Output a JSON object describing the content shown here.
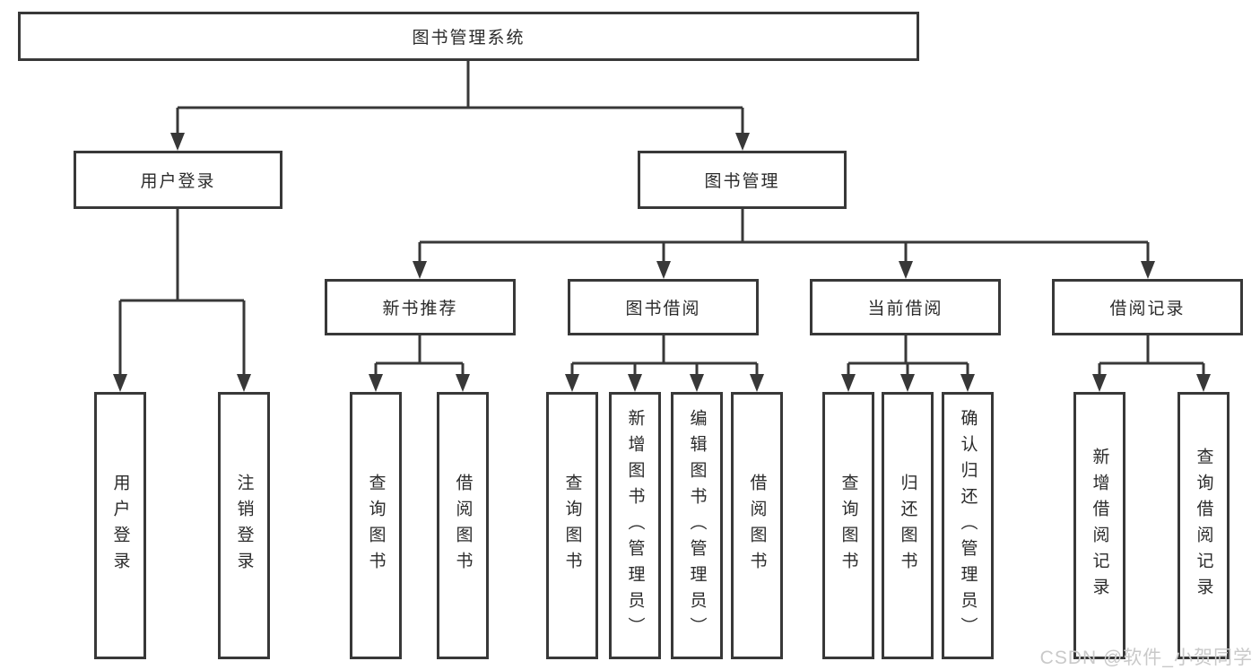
{
  "diagram": {
    "root": {
      "label": "图书管理系统"
    },
    "level2": [
      {
        "label": "用户登录",
        "leaves": [
          {
            "label": "用户登录"
          },
          {
            "label": "注销登录"
          }
        ]
      },
      {
        "label": "图书管理",
        "groups": [
          {
            "label": "新书推荐",
            "leaves": [
              {
                "label": "查询图书"
              },
              {
                "label": "借阅图书"
              }
            ]
          },
          {
            "label": "图书借阅",
            "leaves": [
              {
                "label": "查询图书"
              },
              {
                "label": "新增图书（管理员）"
              },
              {
                "label": "编辑图书（管理员）"
              },
              {
                "label": "借阅图书"
              }
            ]
          },
          {
            "label": "当前借阅",
            "leaves": [
              {
                "label": "查询图书"
              },
              {
                "label": "归还图书"
              },
              {
                "label": "确认归还（管理员）"
              }
            ]
          },
          {
            "label": "借阅记录",
            "leaves": [
              {
                "label": "新增借阅记录"
              },
              {
                "label": "查询借阅记录"
              }
            ]
          }
        ]
      }
    ]
  },
  "watermark": {
    "text": "CSDN @软件_小贺同学"
  },
  "colors": {
    "line": "#383838",
    "box_border": "#383838",
    "text": "#2b2b2b",
    "watermark": "#c9c9c9",
    "background": "#ffffff"
  }
}
